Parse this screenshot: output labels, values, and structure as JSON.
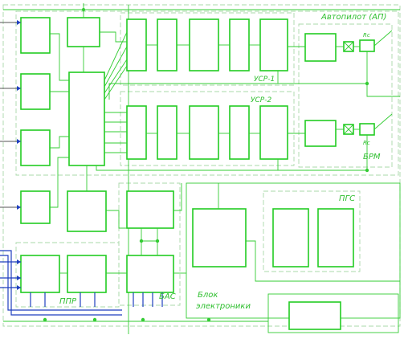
{
  "colors": {
    "block_stroke": "#22cc22",
    "wire": "#33cc33",
    "group_border": "#a8d8a8",
    "bus": "#1f3fbf",
    "label": "#2fbf2f",
    "background": "#ffffff"
  },
  "labels": {
    "autopilot": "Автопилот (АП)",
    "usr1": "УСР-1",
    "usr2": "УСР-2",
    "brm": "БРМ",
    "pgs": "ПГС",
    "bas": "БАС",
    "ppr": "ППР",
    "block_line1": "Блок",
    "block_line2": "электроники",
    "rc_top": "Rс",
    "rc_bottom": "Rс"
  }
}
